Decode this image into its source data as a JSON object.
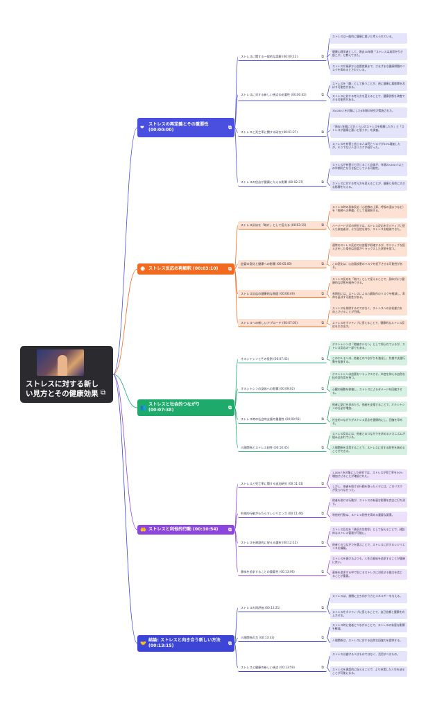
{
  "root": {
    "title": "ストレスに対する新しい見方とその健康効果",
    "link_icon": "external-link-icon"
  },
  "sections": [
    {
      "title": "ストレスの再定義とその重要性 (00:00:00)",
      "icon": "heart-icon",
      "glyph": "❤",
      "color": "#4b4fe0",
      "light": "#e4e4fb",
      "subs": [
        {
          "label": "ストレスに関する一般的な誤解 (00:00:12)",
          "leaves": [
            "ストレスは一般的に健康に悪いと考えられている。",
            "健康心理学者として、過去10年間「ストレスは病気を引き起こす」と教えてきた。",
            "ストレスが風邪から血管疾患まで、さまざまな健康問題のリスクを高めるとされている。"
          ]
        },
        {
          "label": "ストレスに対する新しい視点の必要性 (00:00:42)",
          "leaves": [
            "ストレスを「敵」として扱うことが、逆に健康に悪影響を及ぼす可能性がある。",
            "ストレスに対する考え方を変えることで、健康状態を改善できる可能性がある。"
          ]
        },
        {
          "label": "ストレスと死亡率に関する研究 (00:01:27)",
          "leaves": [
            "30,000人を対象にした8年間の研究が実施された。",
            "「過去1年間にどれくらいのストレスを経験したか」と「ストレスが健康に悪いと思うか」を調査。",
            "ストレスを有害と信じる人は死亡リスクが43%増加したが、そうでない人はリスクが低かった。"
          ]
        },
        {
          "label": "ストレスの信念が健康に与える影響 (00:02:37)",
          "leaves": [
            "ストレスが有害だと信じること自体が、年間20,000人以上の早期死亡を引き起こしている可能性。",
            "ストレスに対する考え方を変えることが、健康と寿命に大きな影響を与える。"
          ]
        }
      ]
    },
    {
      "title": "ストレス反応の再解釈 (00:03:10)",
      "icon": "face-icon",
      "glyph": "☻",
      "color": "#f26a1f",
      "light": "#fde1d2",
      "subs": [
        {
          "label": "ストレス反応を「助け」として捉える (00:03:15)",
          "leaves": [
            "ストレス時の身体反応（心拍数の上昇、呼吸の速まりなど）を「挑戦への準備」として再解釈する。",
            "ハーバード大学の研究では、ストレス反応をポジティブに捉えた参加者は、より自信を持ち、ストレスを軽減できた。"
          ]
        },
        {
          "label": "血管の変化と健康への影響 (00:05:00)",
          "leaves": [
            "通常のストレス反応では血管が収縮するが、ポジティブな捉え方をした場合は血管がリラックスした状態を保つ。",
            "この変化は、心血管疾患のリスクを低下させる可能性がある。"
          ]
        },
        {
          "label": "ストレス反応の健康的な側面 (00:06:49)",
          "leaves": [
            "ストレス反応を「助け」として捉えることで、身体がより健康的な状態を維持できる。",
            "長期的には、ストレスによる心臓発作のリスクを軽減し、寿命を延ばす可能性がある。"
          ]
        },
        {
          "label": "ストレスへの新しいアプローチ (00:07:03)",
          "leaves": [
            "ストレスを排除するのではなく、ストレスへの対処能力を向上させることが目標。",
            "ストレスをポジティブに捉えることで、健康的なストレス反応を引き出す。"
          ]
        }
      ]
    },
    {
      "title": "ストレスと社会的つながり (00:07:38)",
      "icon": "people-icon",
      "glyph": "👥",
      "color": "#1daa6b",
      "light": "#d6f1e2",
      "subs": [
        {
          "label": "オキシトシンとその役割 (00:07:45)",
          "leaves": [
            "オキシトシンは「抱擁ホルモン」として知られているが、ストレス反応の一部でもある。",
            "このホルモンは、他者とのつながりを強化し、共感や支援行動を促進する。"
          ]
        },
        {
          "label": "オキシトシンの身体への影響 (00:09:02)",
          "leaves": [
            "オキシトシンは血管をリラックスさせ、炎症を抑える自然な抗炎症作用を持つ。",
            "心臓の細胞を修復し、ストレスによるダメージを回復させる。"
          ]
        },
        {
          "label": "ストレス時の社会的支援の重要性 (00:09:55)",
          "leaves": [
            "他者に助けを求めたり、他者を支援することで、オキシトシンの分泌が増加。",
            "社会的つながりがストレス反応を健康的にし、回復を早める。"
          ]
        },
        {
          "label": "人間関係とストレス耐性 (00:10:45)",
          "leaves": [
            "ストレス反応には、他者とのつながりを求めるメカニズムが組み込まれている。",
            "人間関係を活用することで、ストレスに対する耐性を高めることができる。"
          ]
        }
      ]
    },
    {
      "title": "ストレスと利他的行動 (00:10:54)",
      "icon": "hands-icon",
      "glyph": "🤲",
      "color": "#8c46de",
      "light": "#ece0fb",
      "subs": [
        {
          "label": "ストレスと死亡率に関する追加研究 (00:11:01)",
          "leaves": [
            "1,000人を対象にした研究では、ストレスが死亡率を30%増加させることが確認された。",
            "しかし、他者を助ける行動を取った人々には、このリスクが見られなかった。"
          ]
        },
        {
          "label": "利他的行動がもたらすレジリエンス (00:11:46)",
          "leaves": [
            "他者を助ける行動が、ストレスの有害な影響を完全に打ち消す。",
            "利他的行動は、ストレス耐性を高める重要な要素。"
          ]
        },
        {
          "label": "ストレスを建設的に捉える選択 (00:12:12)",
          "leaves": [
            "ストレス反応を「勇気の生物学」として捉えることで、建設的なストレス管理が可能に。",
            "他者とのつながりを選ぶことで、ストレスに対するレジリエンスを構築。"
          ]
        },
        {
          "label": "意味を追求することの重要性 (00:13:06)",
          "leaves": [
            "ストレスを避けるよりも、人生の意味を追求することが健康に良い。",
            "意味を追求する中で生じるストレスに対処する能力を信じることが重要。"
          ]
        }
      ]
    },
    {
      "title": "結論: ストレスと向き合う新しい方法 (00:13:15)",
      "icon": "handshake-icon",
      "glyph": "🤝",
      "color": "#3d45d6",
      "light": "#e4e4fb",
      "subs": [
        {
          "label": "ストレスの再評価 (00:13:21)",
          "leaves": [
            "ストレスは、挑戦に立ち向かう力とエネルギーを与える。",
            "ストレスをポジティブに捉えることで、自己信頼と健康を向上させる。"
          ]
        },
        {
          "label": "人間関係の力 (00:13:33)",
          "leaves": [
            "ストレス時に他者とつながることで、ストレスの有害な影響を軽減。",
            "人間関係は、ストレスに対する自然な回復力を提供する。"
          ]
        },
        {
          "label": "ストレスと健康の新しい視点 (00:13:59)",
          "leaves": [
            "ストレスは避けるべきものではなく、活用すべきもの。",
            "ストレスを建設的に捉えることで、より充実した人生を送ることが可能になる。"
          ]
        }
      ]
    }
  ]
}
